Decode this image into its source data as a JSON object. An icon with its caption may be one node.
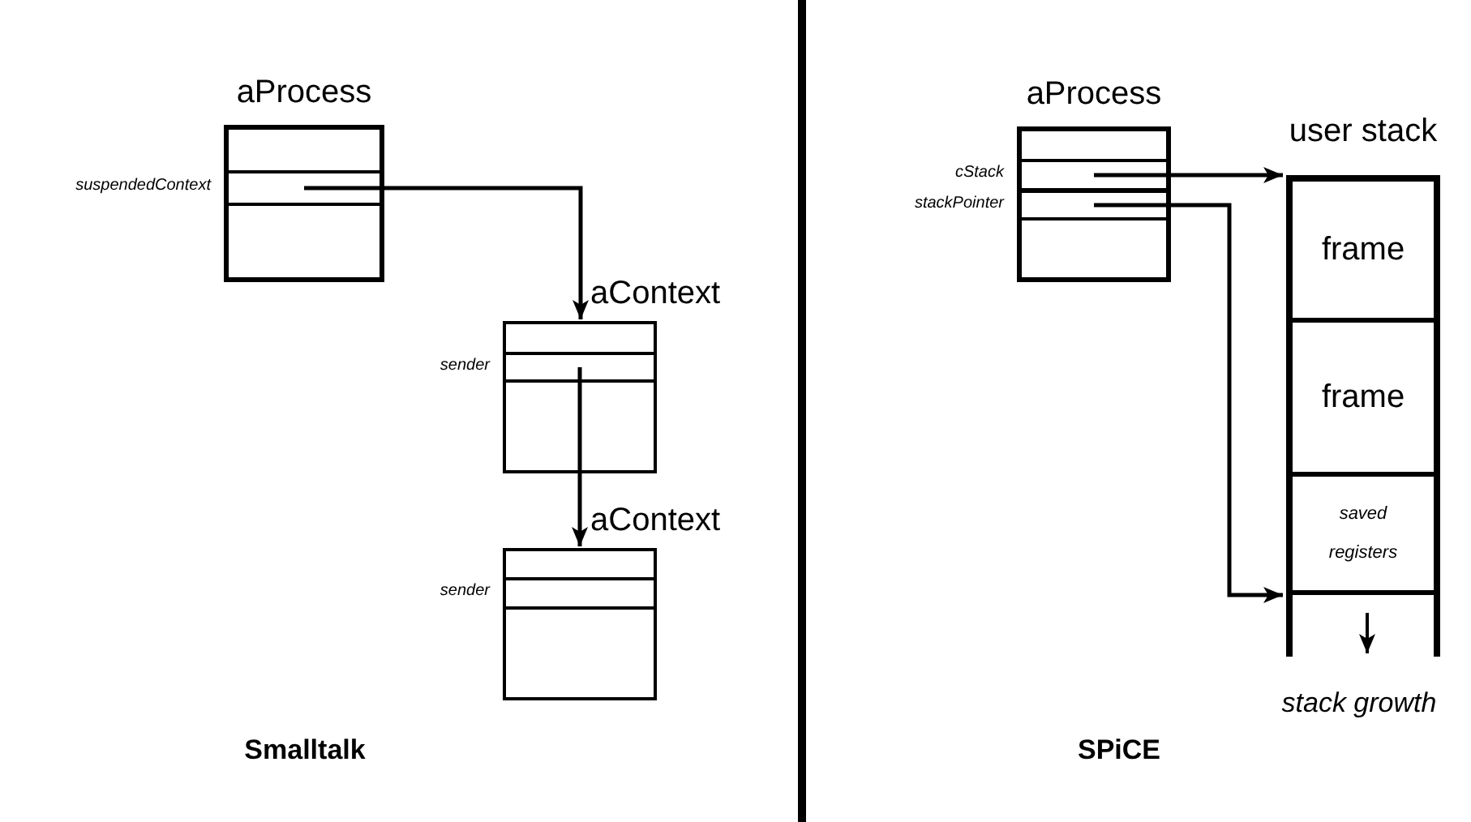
{
  "diagram": {
    "nodes": [
      {
        "text": [
          "aProcess"
        ]
      },
      {
        "text": [],
        "shape": "box",
        "in": 0,
        "beside": [
          "suspendedContext"
        ]
      },
      {
        "text": [
          "aContext"
        ]
      },
      {
        "text": [],
        "shape": "box",
        "in": 2,
        "beside": [
          "sender"
        ]
      },
      {
        "text": [
          "aContext"
        ]
      },
      {
        "text": [],
        "shape": "box",
        "in": 4,
        "beside": [
          "sender"
        ]
      },
      {
        "text": [
          "aProcess"
        ]
      },
      {
        "text": [],
        "shape": "box",
        "in": 6,
        "beside": [
          "cStack"
        ]
      },
      {
        "text": [],
        "shape": "box",
        "in": 6,
        "beside": [
          "stackPointer"
        ]
      },
      {
        "text": [
          "user stack"
        ]
      },
      {
        "text": [
          "frame"
        ],
        "in": 9
      },
      {
        "text": [
          "frame"
        ],
        "in": 9
      },
      {
        "text": [
          "saved registers"
        ],
        "in": 9
      }
    ],
    "edges": [
      {
        "from": 1,
        "to": 2,
        "arrow": "to"
      },
      {
        "from": 3,
        "to": 4,
        "arrow": "to"
      },
      {
        "from": 7,
        "to": 9,
        "arrow": "to"
      },
      {
        "from": 8,
        "to": 9,
        "arrow": "to"
      }
    ],
    "labels": [
      "stack growth",
      "Smalltalk",
      "SPiCE"
    ]
  }
}
